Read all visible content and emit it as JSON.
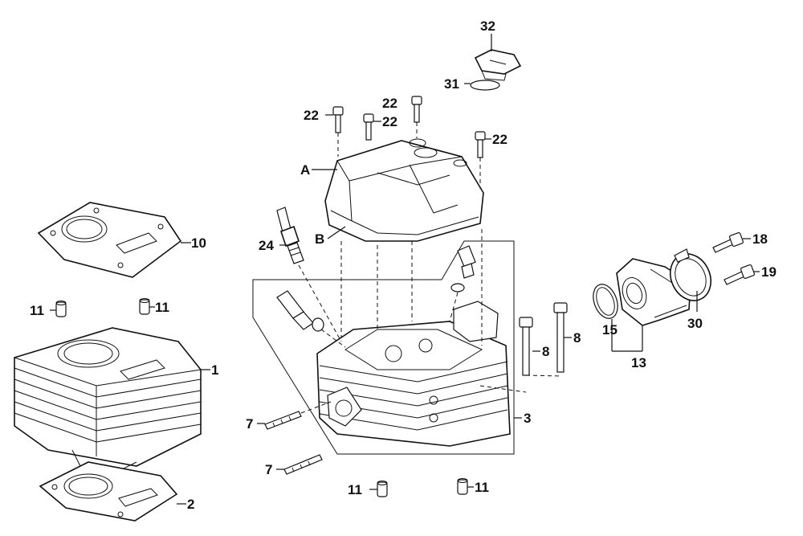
{
  "labels": {
    "l1": "1",
    "l2": "2",
    "l3": "3",
    "l7a": "7",
    "l7b": "7",
    "l8a": "8",
    "l8b": "8",
    "l10": "10",
    "l11a": "11",
    "l11b": "11",
    "l11c": "11",
    "l11d": "11",
    "l13": "13",
    "l15": "15",
    "l18": "18",
    "l19": "19",
    "l22a": "22",
    "l22b": "22",
    "l22c": "22",
    "l22d": "22",
    "l24": "24",
    "l30": "30",
    "l31": "31",
    "l32": "32",
    "la": "A",
    "lb": "B"
  }
}
